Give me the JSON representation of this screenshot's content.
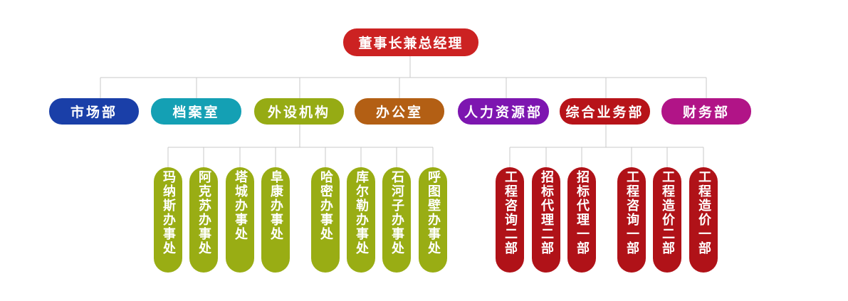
{
  "diagram": {
    "root": {
      "label": "董事长兼总经理",
      "color": "#cc2222"
    },
    "departments": [
      {
        "label": "市场部",
        "color": "#1a3fa8"
      },
      {
        "label": "档案室",
        "color": "#14a0b4"
      },
      {
        "label": "外设机构",
        "color": "#96ab14"
      },
      {
        "label": "办公室",
        "color": "#b35f14"
      },
      {
        "label": "人力资源部",
        "color": "#7d16b0"
      },
      {
        "label": "综合业务部",
        "color": "#b71319"
      },
      {
        "label": "财务部",
        "color": "#b11487"
      }
    ],
    "branch_offices": {
      "parent": "外设机构",
      "color": "#99ad14",
      "items": [
        "玛纳斯办事处",
        "阿克苏办事处",
        "塔城办事处",
        "阜康办事处",
        "哈密办事处",
        "库尔勒办事处",
        "石河子办事处",
        "呼图壁办事处"
      ]
    },
    "business_units": {
      "parent": "综合业务部",
      "color": "#b01218",
      "items": [
        "工程咨询二部",
        "招标代理二部",
        "招标代理一部",
        "工程咨询一部",
        "工程造价二部",
        "工程造价一部"
      ]
    }
  }
}
